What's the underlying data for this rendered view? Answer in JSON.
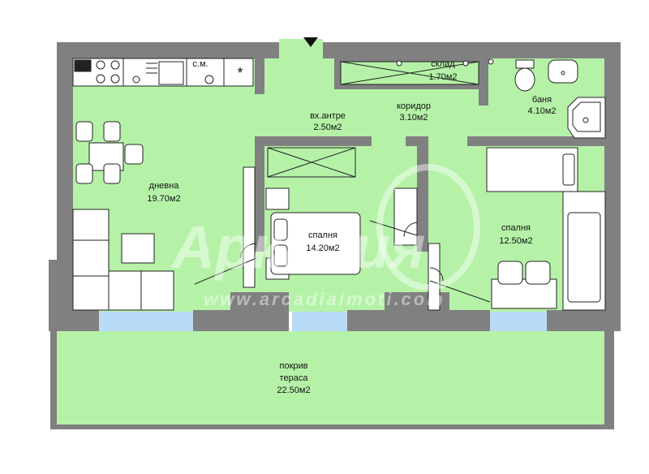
{
  "rooms": {
    "living": {
      "name": "дневна",
      "area": "19.70м2"
    },
    "entrance": {
      "name": "вх.антре",
      "area": "2.50м2"
    },
    "corridor": {
      "name": "коридор",
      "area": "3.10м2"
    },
    "storage": {
      "name": "склад",
      "area": "1.70м2"
    },
    "bathroom": {
      "name": "баня",
      "area": "4.10м2"
    },
    "bedroom1": {
      "name": "спалня",
      "area": "14.20м2"
    },
    "bedroom2": {
      "name": "спалня",
      "area": "12.50м2"
    },
    "terrace": {
      "line1": "покрив",
      "line2": "тераса",
      "area": "22.50м2"
    }
  },
  "fixtures": {
    "washer_label": "с.м."
  },
  "watermark": {
    "brand": "Аркадия",
    "url": "www.arcadiaimoti.com"
  },
  "colors": {
    "floor": "#b5f2a8",
    "wall": "#808080",
    "window": "#b8dcf8",
    "furniture_line": "#222222"
  }
}
